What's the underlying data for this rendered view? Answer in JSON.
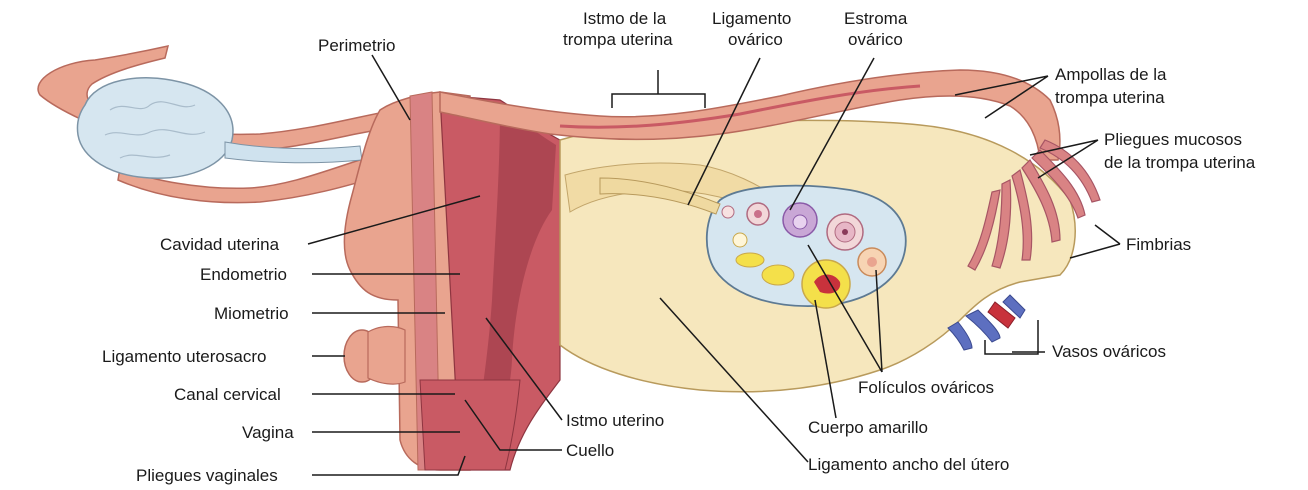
{
  "labels": {
    "perimetrio": "Perimetrio",
    "istmo_trompa_1": "Istmo de la",
    "istmo_trompa_2": "trompa uterina",
    "ligamento_ovarico_1": "Ligamento",
    "ligamento_ovarico_2": "ovárico",
    "estroma_ovarico_1": "Estroma",
    "estroma_ovarico_2": "ovárico",
    "ampollas_1": "Ampollas de la",
    "ampollas_2": "trompa uterina",
    "pliegues_mucosos_1": "Pliegues mucosos",
    "pliegues_mucosos_2": "de la trompa uterina",
    "fimbrias": "Fimbrias",
    "vasos_ovaricos": "Vasos ováricos",
    "foliculos_ovaricos": "Folículos ováricos",
    "cuerpo_amarillo": "Cuerpo amarillo",
    "ligamento_ancho": "Ligamento ancho del útero",
    "cuello": "Cuello",
    "istmo_uterino": "Istmo uterino",
    "cavidad_uterina": "Cavidad uterina",
    "endometrio": "Endometrio",
    "miometrio": "Miometrio",
    "ligamento_uterosacro": "Ligamento uterosacro",
    "canal_cervical": "Canal cervical",
    "vagina": "Vagina",
    "pliegues_vaginales": "Pliegues vaginales"
  },
  "colors": {
    "tissue_pink": "#e9a48f",
    "muscle_red": "#c95a64",
    "cavity_dark": "#a8434f",
    "ligament_cream": "#f6e7bd",
    "ovary_blue": "#d6e6f0",
    "corpus_yellow": "#f4e04a",
    "vessel_blue": "#5d6fc0",
    "vessel_red": "#c8323c"
  }
}
